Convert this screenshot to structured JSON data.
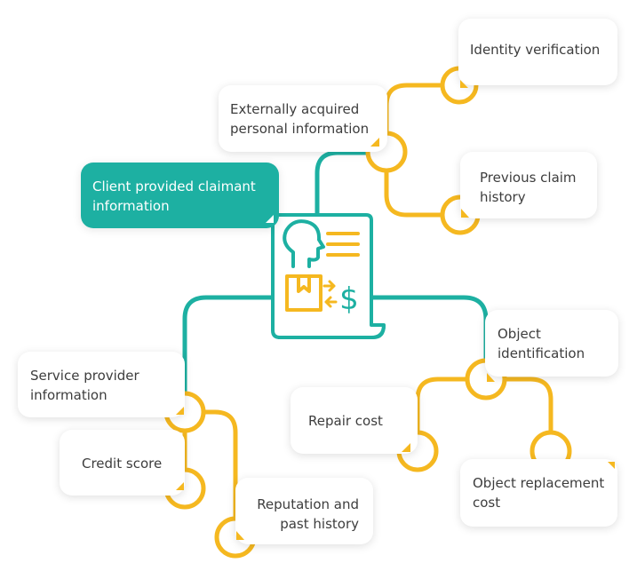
{
  "colors": {
    "teal": "#1db0a2",
    "yellow": "#f5b820",
    "text": "#3d3d3d"
  },
  "center": {
    "icon": "claim-document-icon"
  },
  "nodes": {
    "client_provided": {
      "line1": "Client provided claimant",
      "line2": "information"
    },
    "externally_acquired": {
      "line1": "Externally acquired",
      "line2": "personal information"
    },
    "identity_verification": {
      "line1": "Identity verification"
    },
    "previous_claim": {
      "line1": "Previous claim",
      "line2": "history"
    },
    "object_identification": {
      "line1": "Object",
      "line2": "identification"
    },
    "repair_cost": {
      "line1": "Repair cost"
    },
    "object_replacement": {
      "line1": "Object replacement",
      "line2": "cost"
    },
    "service_provider": {
      "line1": "Service provider",
      "line2": "information"
    },
    "credit_score": {
      "line1": "Credit score"
    },
    "reputation": {
      "line1": "Reputation and",
      "line2": "past history"
    }
  }
}
